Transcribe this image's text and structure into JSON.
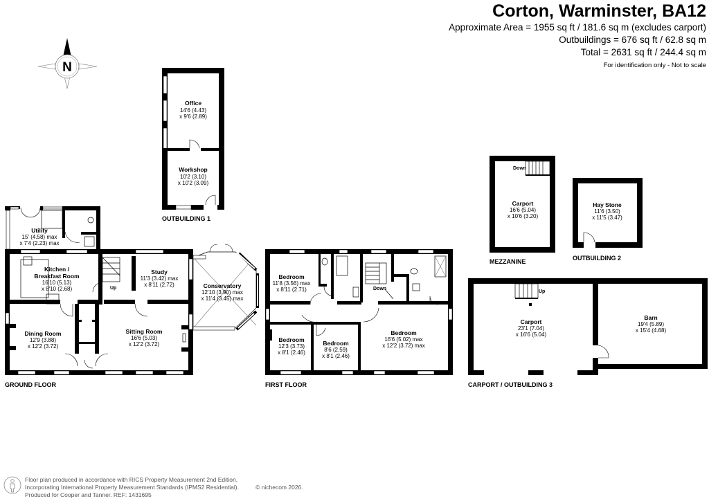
{
  "header": {
    "title": "Corton, Warminster, BA12",
    "area_line": "Approximate Area = 1955 sq ft / 181.6 sq m (excludes carport)",
    "outbuildings_line": "Outbuildings = 676 sq ft / 62.8 sq m",
    "total_line": "Total = 2631 sq ft / 244.4 sq m",
    "disclaimer": "For identification only - Not to scale"
  },
  "compass": {
    "label": "N",
    "icon": "north-compass-icon"
  },
  "floors": {
    "ground": {
      "label": "GROUND FLOOR",
      "rooms": [
        {
          "name": "Utility",
          "dim1": "15' (4.58) max",
          "dim2": "x 7'4 (2.23) max"
        },
        {
          "name": "Kitchen /",
          "name2": "Breakfast Room",
          "dim1": "16'10 (5.13)",
          "dim2": "x 8'10 (2.68)"
        },
        {
          "name": "Study",
          "dim1": "11'3 (3.42) max",
          "dim2": "x 8'11 (2.72)"
        },
        {
          "name": "Conservatory",
          "dim1": "12'10 (3.90) max",
          "dim2": "x 11'4 (3.45) max"
        },
        {
          "name": "Dining Room",
          "dim1": "12'9 (3.88)",
          "dim2": "x 12'2 (3.72)"
        },
        {
          "name": "Sitting Room",
          "dim1": "16'6 (5.03)",
          "dim2": "x 12'2 (3.72)"
        }
      ],
      "stair_label": "Up"
    },
    "outbuilding1": {
      "label": "OUTBUILDING 1",
      "rooms": [
        {
          "name": "Office",
          "dim1": "14'6 (4.43)",
          "dim2": "x 9'6 (2.89)"
        },
        {
          "name": "Workshop",
          "dim1": "10'2 (3.10)",
          "dim2": "x 10'2 (3.09)"
        }
      ]
    },
    "first": {
      "label": "FIRST FLOOR",
      "rooms": [
        {
          "name": "Bedroom",
          "dim1": "11'8 (3.56) max",
          "dim2": "x 8'11 (2.71)"
        },
        {
          "name": "Bedroom",
          "dim1": "12'3 (3.73)",
          "dim2": "x 8'1 (2.46)"
        },
        {
          "name": "Bedroom",
          "dim1": "8'6 (2.59)",
          "dim2": "x 8'1 (2.46)"
        },
        {
          "name": "Bedroom",
          "dim1": "16'6 (5.02) max",
          "dim2": "x 12'2 (3.72) max"
        }
      ],
      "stair_label": "Down"
    },
    "mezzanine": {
      "label": "MEZZANINE",
      "rooms": [
        {
          "name": "Carport",
          "dim1": "16'6 (5.04)",
          "dim2": "x 10'6 (3.20)"
        }
      ],
      "stair_label": "Down"
    },
    "outbuilding2": {
      "label": "OUTBUILDING 2",
      "rooms": [
        {
          "name": "Hay Stone",
          "dim1": "11'6 (3.50)",
          "dim2": "x 11'5 (3.47)"
        }
      ]
    },
    "outbuilding3": {
      "label": "CARPORT / OUTBUILDING 3",
      "rooms": [
        {
          "name": "Carport",
          "dim1": "23'1 (7.04)",
          "dim2": "x 16'6 (5.04)"
        },
        {
          "name": "Barn",
          "dim1": "19'4 (5.89)",
          "dim2": "x 15'4 (4.68)"
        }
      ],
      "stair_label": "Up"
    }
  },
  "footer": {
    "line1": "Floor plan produced in accordance with RICS Property Measurement 2nd Edition,",
    "line2": "Incorporating International Property Measurement Standards (IPMS2 Residential).",
    "copyright": "© nichecom 2026.",
    "line3": "Produced for Cooper and Tanner.   REF: 1431695"
  },
  "colors": {
    "wall": "#000000",
    "background": "#ffffff",
    "fixture": "#666666",
    "footer_text": "#555555"
  }
}
